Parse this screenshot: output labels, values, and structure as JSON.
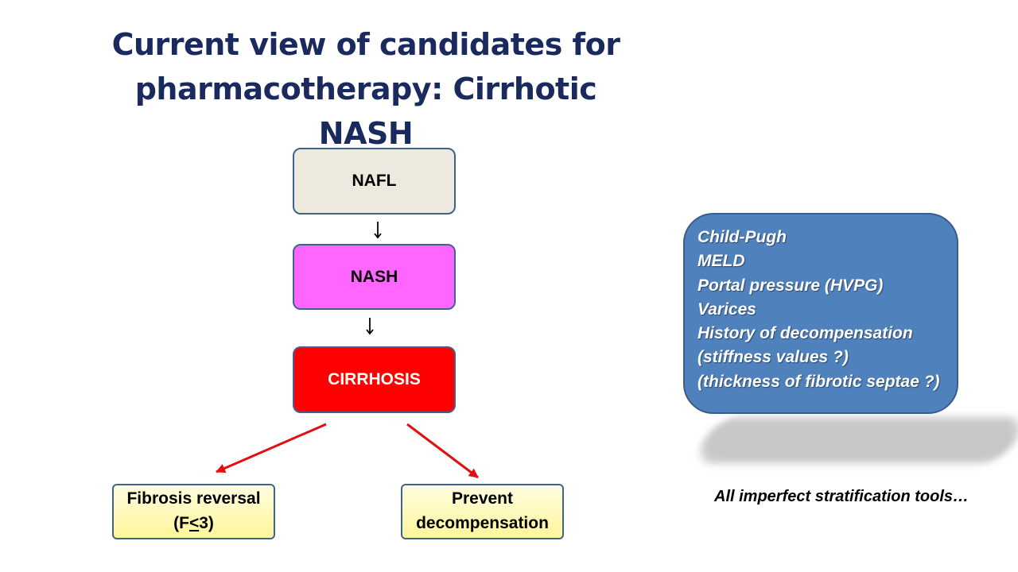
{
  "title": {
    "line1": "Current view of candidates for",
    "line2": "pharmacotherapy: Cirrhotic NASH"
  },
  "flow": {
    "nodes": [
      {
        "id": "nafl",
        "label": "NAFL",
        "color": "#ede9df"
      },
      {
        "id": "nash",
        "label": "NASH",
        "color": "#ff66ff"
      },
      {
        "id": "cirrhosis",
        "label": "CIRRHOSIS",
        "color": "#ff0000"
      }
    ],
    "arrow_color": "#000000",
    "branch_arrow_color": "#e01010"
  },
  "outcomes": {
    "fibrosis_line1": "Fibrosis reversal",
    "fibrosis_line2_pre": "(F",
    "fibrosis_line2_sym": "<",
    "fibrosis_line2_post": "3)",
    "prevent_line1": "Prevent",
    "prevent_line2": "decompensation",
    "fill_color": "#fff59a"
  },
  "stratification": {
    "items": [
      "Child-Pugh",
      "MELD",
      "Portal pressure (HVPG)",
      "Varices",
      "History of decompensation",
      "(stiffness values ?)",
      "(thickness of fibrotic septae ?)"
    ],
    "box_color": "#4f81bd"
  },
  "footnote": "All imperfect stratification tools…"
}
